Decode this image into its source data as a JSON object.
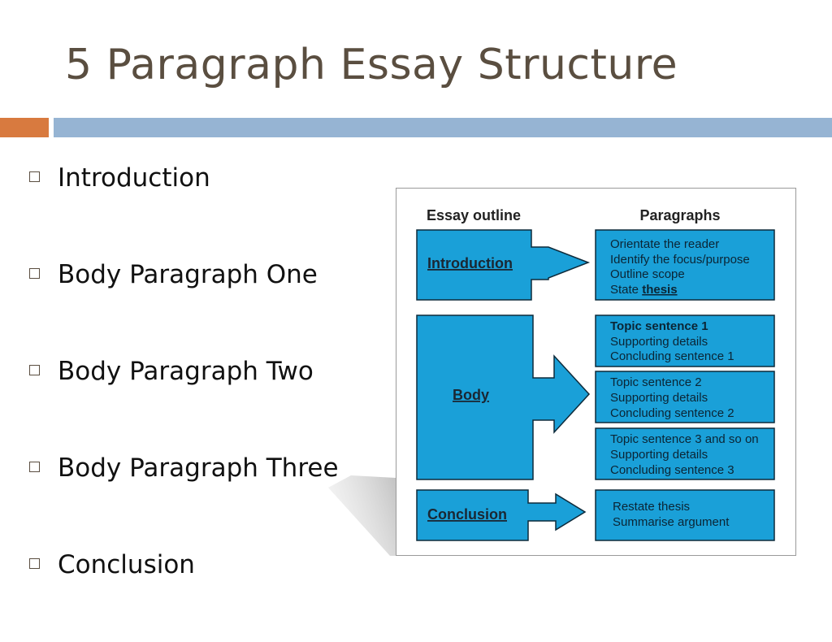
{
  "slide": {
    "title": "5 Paragraph Essay Structure",
    "accent_orange": "#d87a3f",
    "accent_blue": "#96b4d3"
  },
  "bullets": [
    "Introduction",
    "Body Paragraph One",
    "Body Paragraph Two",
    "Body Paragraph Three",
    "Conclusion"
  ],
  "diagram": {
    "fill_color": "#1aa0d8",
    "headers": {
      "outline": "Essay outline",
      "paragraphs": "Paragraphs"
    },
    "outline_boxes": {
      "introduction": "Introduction",
      "body": "Body",
      "conclusion": "Conclusion"
    },
    "intro_lines": [
      "Orientate the reader",
      "Identify the focus/purpose",
      "Outline scope",
      "State "
    ],
    "intro_thesis": "thesis",
    "body1_lines": [
      "Topic sentence 1",
      "Supporting details",
      "Concluding sentence 1"
    ],
    "body2_lines": [
      "Topic sentence 2",
      "Supporting details",
      "Concluding sentence 2"
    ],
    "body3_lines": [
      "Topic sentence 3 and so on",
      "Supporting details",
      "Concluding sentence 3"
    ],
    "conclusion_lines": [
      "Restate thesis",
      "Summarise argument"
    ]
  }
}
